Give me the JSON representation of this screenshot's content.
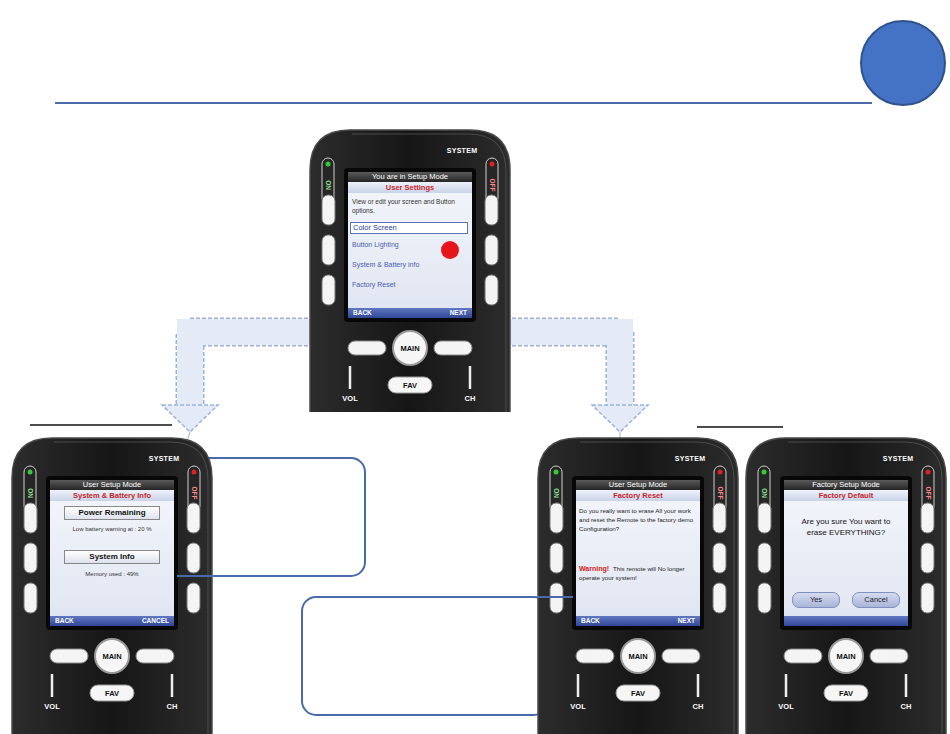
{
  "diagram": {
    "nodes": [
      {
        "text": [
          "You are in Setup Mode",
          "User Settings",
          "View or edit your screen and Button options.",
          "Color Screen",
          "Button Lighting",
          "System & Battery info",
          "Factory Reset",
          "BACK",
          "NEXT"
        ]
      },
      {
        "text": [
          "User Setup Mode",
          "System & Battery Info",
          "Power Remaining",
          "Low battery warning at : 20 %",
          "System Info",
          "Memory used : 49%",
          "BACK",
          "CANCEL"
        ]
      },
      {
        "text": [
          "User Setup Mode",
          "Factory Reset",
          "Do you really want to erase All your work and reset the Remote to the factory demo Configuration?",
          "Warning!",
          "This remote will No longer operate your system!",
          "BACK",
          "NEXT"
        ]
      },
      {
        "text": [
          "Factory Setup Mode",
          "Factory Default",
          "Are you sure You want to erase EVERYTHING?"
        ]
      },
      {
        "text": [
          "Yes"
        ],
        "in": 3
      },
      {
        "text": [
          "Cancel"
        ],
        "in": 3
      }
    ],
    "edges": [
      {
        "from": 0,
        "to": 1,
        "arrow": "to"
      },
      {
        "from": 0,
        "to": 2,
        "arrow": "to"
      }
    ],
    "labels": [
      "SYSTEM",
      "ON",
      "OFF",
      "MAIN",
      "FAV",
      "VOL",
      "CH",
      "SYSTEM",
      "ON",
      "OFF",
      "MAIN",
      "FAV",
      "VOL",
      "CH",
      "SYSTEM",
      "ON",
      "OFF",
      "MAIN",
      "FAV",
      "VOL",
      "CH",
      "SYSTEM",
      "ON",
      "OFF",
      "MAIN",
      "FAV",
      "VOL",
      "CH"
    ]
  }
}
